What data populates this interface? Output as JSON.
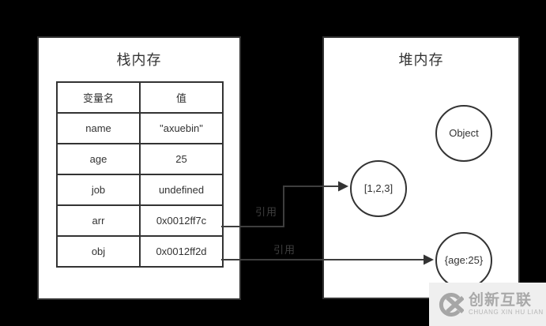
{
  "stack": {
    "title": "栈内存",
    "table": {
      "headers": [
        "变量名",
        "值"
      ],
      "rows": [
        [
          "name",
          "\"axuebin\""
        ],
        [
          "age",
          "25"
        ],
        [
          "job",
          "undefined"
        ],
        [
          "arr",
          "0x0012ff7c"
        ],
        [
          "obj",
          "0x0012ff2d"
        ]
      ]
    }
  },
  "heap": {
    "title": "堆内存",
    "objects": [
      {
        "label": "Object"
      },
      {
        "label": "[1,2,3]"
      },
      {
        "label": "{age:25}"
      }
    ]
  },
  "references": [
    {
      "label": "引用"
    },
    {
      "label": "引用"
    }
  ],
  "watermark": {
    "brand": "创新互联",
    "subtitle": "CHUANG XIN HU LIAN"
  },
  "colors": {
    "background": "#000000",
    "panel": "#ffffff",
    "border": "#333333",
    "text": "#333333",
    "reference_line": "#3e3e3e",
    "watermark_bg": "#efefef",
    "watermark_fg": "#a6a6a6"
  }
}
